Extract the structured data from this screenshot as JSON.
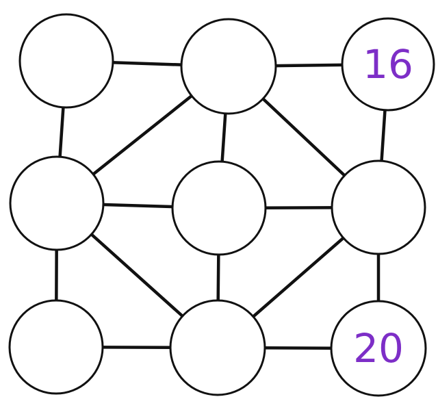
{
  "graph": {
    "nodes": [
      {
        "id": "top-left",
        "label": ""
      },
      {
        "id": "top-center",
        "label": ""
      },
      {
        "id": "top-right",
        "label": "16"
      },
      {
        "id": "middle-left",
        "label": ""
      },
      {
        "id": "middle-center",
        "label": ""
      },
      {
        "id": "middle-right",
        "label": ""
      },
      {
        "id": "bottom-left",
        "label": ""
      },
      {
        "id": "bottom-center",
        "label": ""
      },
      {
        "id": "bottom-right",
        "label": "20"
      }
    ],
    "edges": [
      [
        "top-left",
        "top-center"
      ],
      [
        "top-center",
        "top-right"
      ],
      [
        "top-left",
        "middle-left"
      ],
      [
        "top-center",
        "middle-left"
      ],
      [
        "top-center",
        "middle-center"
      ],
      [
        "top-center",
        "middle-right"
      ],
      [
        "top-right",
        "middle-right"
      ],
      [
        "middle-left",
        "middle-center"
      ],
      [
        "middle-center",
        "middle-right"
      ],
      [
        "middle-left",
        "bottom-left"
      ],
      [
        "middle-left",
        "bottom-center"
      ],
      [
        "middle-center",
        "bottom-center"
      ],
      [
        "middle-right",
        "bottom-center"
      ],
      [
        "middle-right",
        "bottom-right"
      ],
      [
        "bottom-left",
        "bottom-center"
      ],
      [
        "bottom-center",
        "bottom-right"
      ]
    ],
    "colors": {
      "line": "#111111",
      "node_fill": "#ffffff",
      "label": "#7d2ec7"
    }
  }
}
